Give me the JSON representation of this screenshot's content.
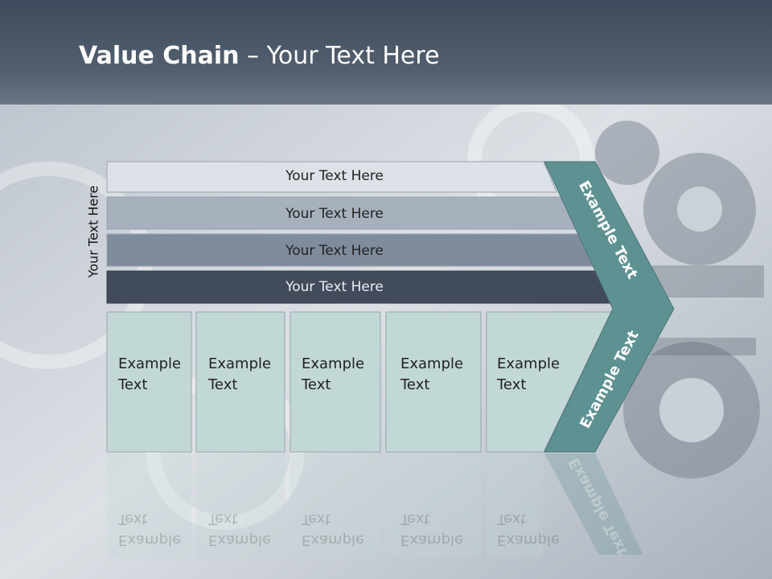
{
  "slide": {
    "title_bold": "Value Chain",
    "title_rest": " – Your Text Here",
    "side_label": "Your Text Here"
  },
  "rows": [
    {
      "label": "Your Text Here",
      "color": "#dde1e8"
    },
    {
      "label": "Your Text Here",
      "color": "#a7b1bd"
    },
    {
      "label": "Your Text Here",
      "color": "#7f8c9c"
    },
    {
      "label": "Your Text Here",
      "color": "#414b5a"
    }
  ],
  "cells": [
    {
      "line1": "Example",
      "line2": "Text"
    },
    {
      "line1": "Example",
      "line2": "Text"
    },
    {
      "line1": "Example",
      "line2": "Text"
    },
    {
      "line1": "Example",
      "line2": "Text"
    },
    {
      "line1": "Example",
      "line2": "Text"
    }
  ],
  "chevron": {
    "upper_label": "Example Text",
    "lower_label": "Example Text",
    "color": "#5e9192"
  },
  "colors": {
    "cell_fill": "#c2d8d6",
    "header": "#4a5767"
  }
}
